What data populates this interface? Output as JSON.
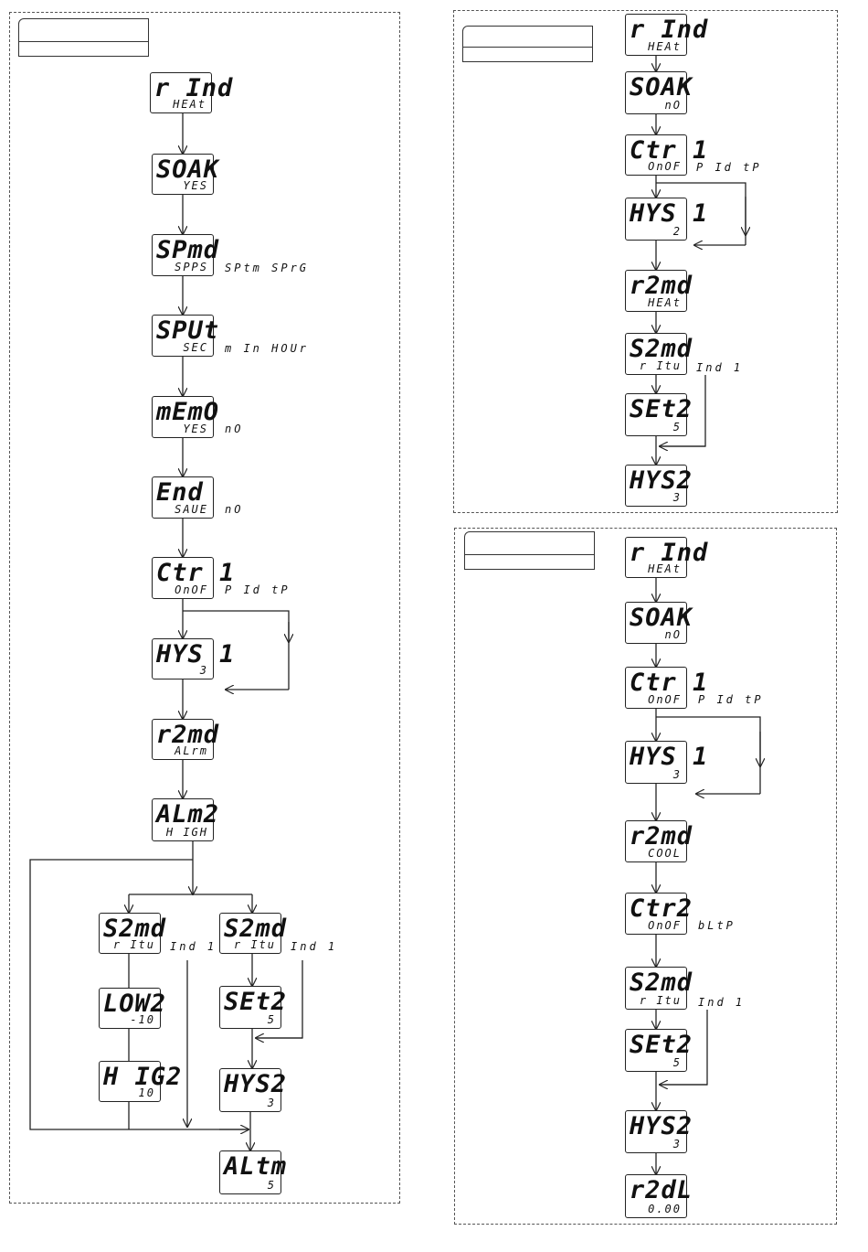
{
  "panel_left": {
    "displays": {
      "rind": {
        "top": "r Ind",
        "bottom": "HEAt"
      },
      "soak": {
        "top": "SOAK",
        "bottom": "YES"
      },
      "spmd": {
        "top": "SPmd",
        "bottom": "SPPS"
      },
      "sput": {
        "top": "SPUt",
        "bottom": "SEC"
      },
      "memo": {
        "top": "mEmO",
        "bottom": "YES"
      },
      "end": {
        "top": "End",
        "bottom": "SAUE"
      },
      "ctr1": {
        "top": "Ctr 1",
        "bottom": "OnOF"
      },
      "hys1": {
        "top": "HYS 1",
        "bottom": "3"
      },
      "r2md": {
        "top": "r2md",
        "bottom": "ALrm"
      },
      "alm2": {
        "top": "ALm2",
        "bottom": "H IGH"
      },
      "s2md_a": {
        "top": "S2md",
        "bottom": "r Itu"
      },
      "low2": {
        "top": "LOW2",
        "bottom": "-10"
      },
      "hig2": {
        "top": "H IG2",
        "bottom": "10"
      },
      "s2md_b": {
        "top": "S2md",
        "bottom": "r Itu"
      },
      "set2": {
        "top": "SEt2",
        "bottom": "5"
      },
      "hys2": {
        "top": "HYS2",
        "bottom": "3"
      },
      "altm": {
        "top": "ALtm",
        "bottom": "5"
      }
    },
    "options": {
      "spmd": "SPtm SPrG",
      "sput": "m In  HOUr",
      "memo": "nO",
      "end": "nO",
      "ctr1": "P Id tP",
      "s2md_a": "Ind 1",
      "s2md_b": "Ind 1"
    }
  },
  "panel_right_top": {
    "displays": {
      "rind": {
        "top": "r Ind",
        "bottom": "HEAt"
      },
      "soak": {
        "top": "SOAK",
        "bottom": "nO"
      },
      "ctr1": {
        "top": "Ctr 1",
        "bottom": "OnOF"
      },
      "hys1": {
        "top": "HYS 1",
        "bottom": "2"
      },
      "r2md": {
        "top": "r2md",
        "bottom": "HEAt"
      },
      "s2md": {
        "top": "S2md",
        "bottom": "r Itu"
      },
      "set2": {
        "top": "SEt2",
        "bottom": "5"
      },
      "hys2": {
        "top": "HYS2",
        "bottom": "3"
      }
    },
    "options": {
      "ctr1": "P Id tP",
      "s2md": "Ind 1"
    }
  },
  "panel_right_bottom": {
    "displays": {
      "rind": {
        "top": "r Ind",
        "bottom": "HEAt"
      },
      "soak": {
        "top": "SOAK",
        "bottom": "nO"
      },
      "ctr1": {
        "top": "Ctr 1",
        "bottom": "OnOF"
      },
      "hys1": {
        "top": "HYS 1",
        "bottom": "3"
      },
      "r2md": {
        "top": "r2md",
        "bottom": "COOL"
      },
      "ctr2": {
        "top": "Ctr2",
        "bottom": "OnOF"
      },
      "s2md": {
        "top": "S2md",
        "bottom": "r Itu"
      },
      "set2": {
        "top": "SEt2",
        "bottom": "5"
      },
      "hys2": {
        "top": "HYS2",
        "bottom": "3"
      },
      "r2dl": {
        "top": "r2dL",
        "bottom": "0.00"
      }
    },
    "options": {
      "ctr1": "P Id tP",
      "ctr2": "bLtP",
      "s2md": "Ind 1"
    }
  }
}
